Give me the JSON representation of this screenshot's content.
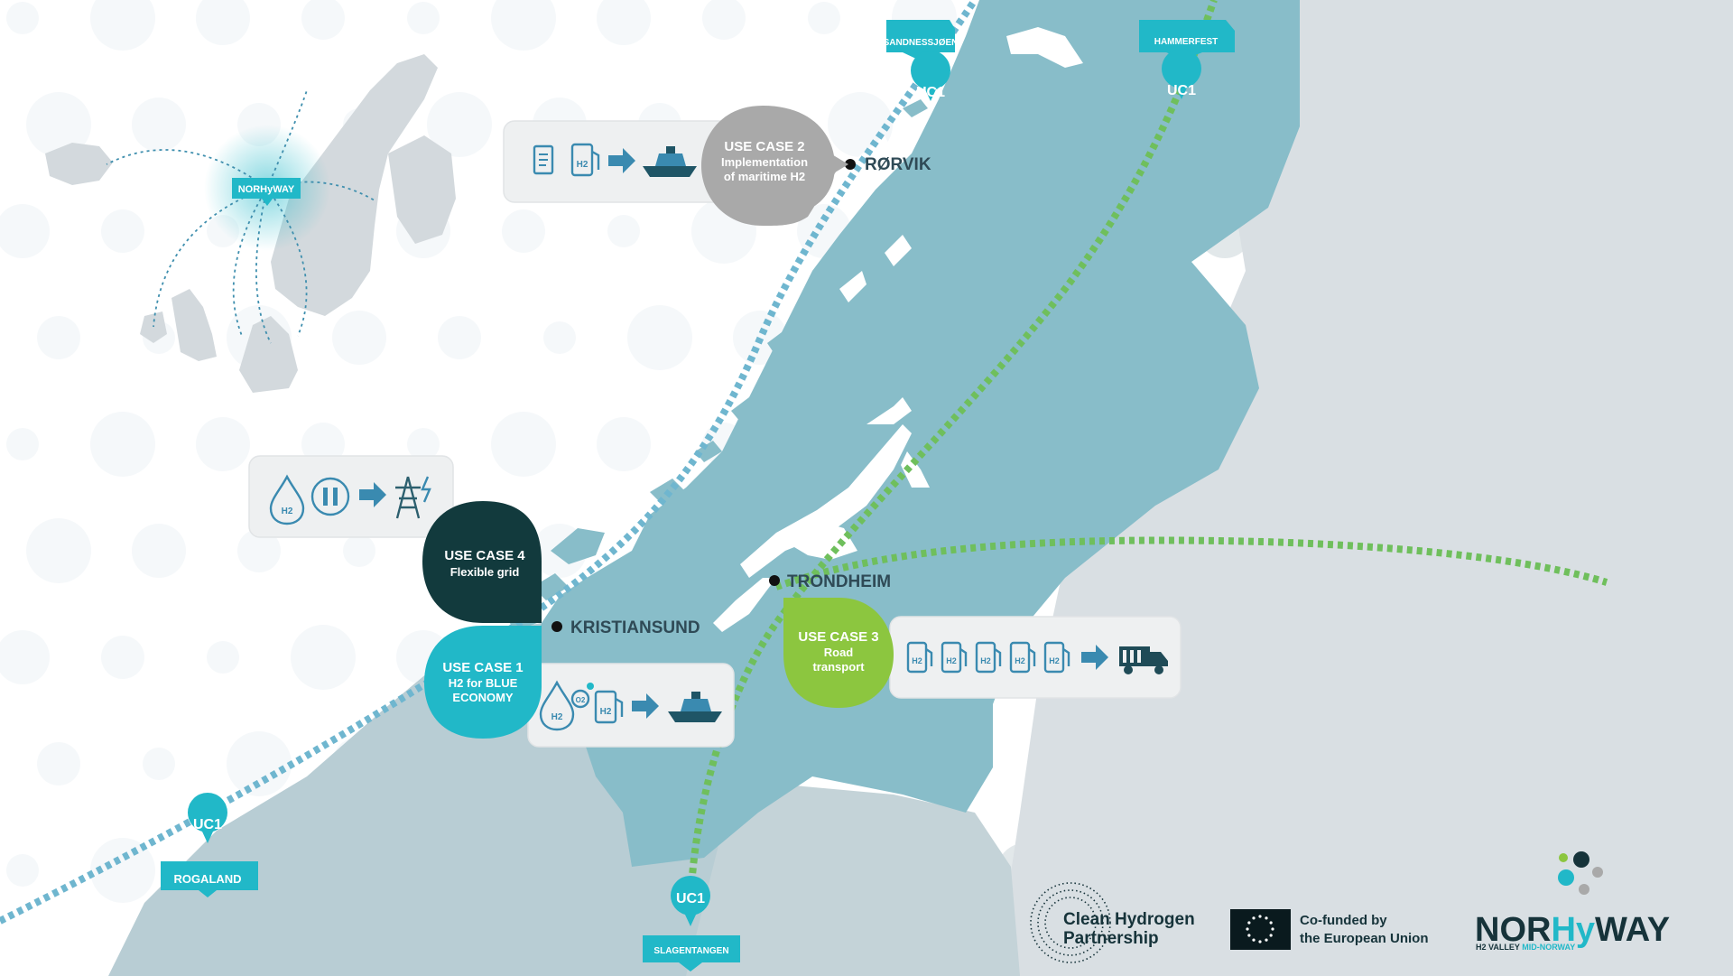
{
  "title": "NORHyWAY",
  "colors": {
    "sea": "#ffffff",
    "land_grey": "#d6dde1",
    "region_teal": "#88bdc9",
    "coast_land": "#b9cfd6",
    "accent_teal": "#21b8c8",
    "route_green": "#6fbf5c",
    "route_blue": "#6fb6cf",
    "uc2_grey": "#a9a9a9",
    "uc4_dark": "#123a3d",
    "uc3_green": "#8cc63f",
    "brand_dark": "#16333a"
  },
  "cities": {
    "rorvik": "RØRVIK",
    "trondheim": "TRONDHEIM",
    "kristiansund": "KRISTIANSUND"
  },
  "pins": {
    "uc1_label": "UC1",
    "sandnessjoen": "SANDNESSJØEN",
    "hammerfest": "HAMMERFEST",
    "rogaland": "ROGALAND",
    "slagentangen": "SLAGENTANGEN"
  },
  "inset": {
    "label": "NORHyWAY"
  },
  "use_cases": {
    "uc1": {
      "title": "USE CASE 1",
      "line1": "H2 for BLUE",
      "line2": "ECONOMY"
    },
    "uc2": {
      "title": "USE CASE 2",
      "line1": "Implementation",
      "line2": "of maritime H2"
    },
    "uc3": {
      "title": "USE CASE 3",
      "line1": "Road",
      "line2": "transport"
    },
    "uc4": {
      "title": "USE CASE 4",
      "line1": "Flexible grid"
    }
  },
  "icon_glyphs": {
    "h2": "H2",
    "o2": "O2"
  },
  "icons": [
    "document-icon",
    "h2-pump-icon",
    "arrow-right-icon",
    "ship-icon",
    "h2-drop-icon",
    "electrolyser-icon",
    "power-pylon-icon",
    "truck-icon"
  ],
  "footer": {
    "clean_hydrogen": {
      "line1": "Clean Hydrogen",
      "line2": "Partnership"
    },
    "eu": {
      "line1": "Co-funded by",
      "line2": "the European Union"
    },
    "norhyway": {
      "wordmark_pre": "NOR",
      "wordmark_mid": "Hy",
      "wordmark_post": "WAY",
      "tagline_pre": "H2 VALLEY",
      "tagline_post": "MID-NORWAY"
    }
  }
}
